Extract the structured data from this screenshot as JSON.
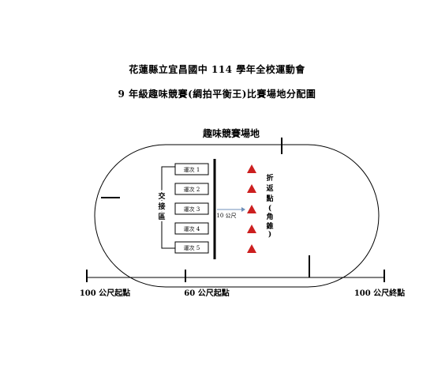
{
  "titles": {
    "line1": "花蓮縣立宜昌國中 114 學年全校運動會",
    "line2": "9 年級趣味競賽(綢拍平衡王)比賽場地分配圖"
  },
  "field_label": "趣味競賽場地",
  "lanes": [
    "運次 1",
    "運次 2",
    "運次 3",
    "運次 4",
    "運次 5"
  ],
  "exchange_zone": [
    "交",
    "接",
    "區"
  ],
  "distance_label": "10 公尺",
  "turnaround_label": [
    "折",
    "返",
    "點",
    "(",
    "角",
    "錐",
    ")"
  ],
  "cone_count": 5,
  "cone_color": "#cc1f1f",
  "arrow_color": "#6f8fb8",
  "markers": {
    "start_100": "100 公尺起點",
    "start_60": "60 公尺起點",
    "finish_100": "100 公尺終點"
  }
}
